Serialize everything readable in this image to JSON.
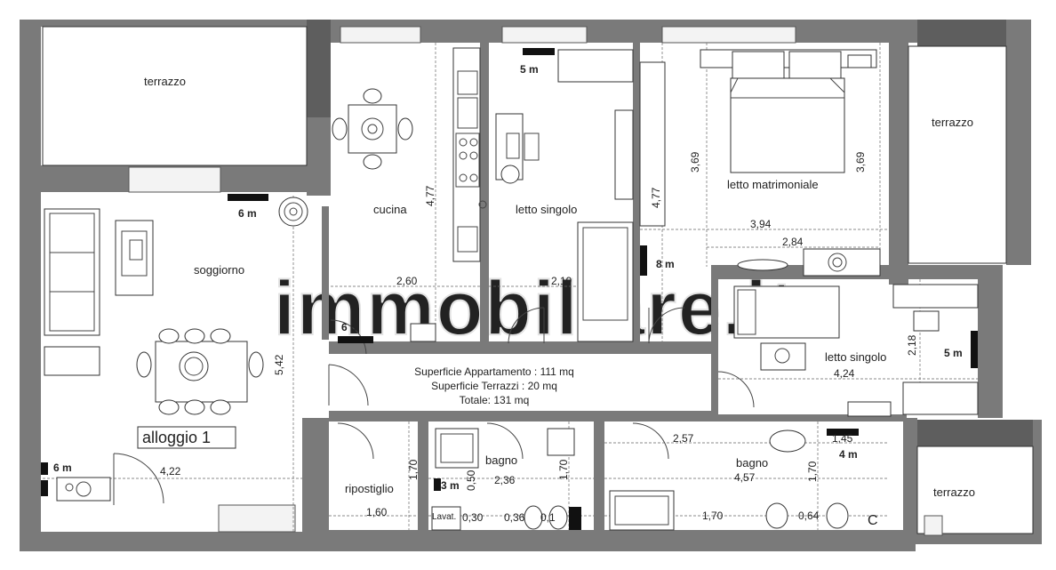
{
  "rooms": {
    "terrazzo_left": "terrazzo",
    "terrazzo_right": "terrazzo",
    "terrazzo_bottom": "terrazzo",
    "soggiorno": "soggiorno",
    "cucina": "cucina",
    "letto_singolo_1": "letto singolo",
    "letto_matrimoniale": "letto matrimoniale",
    "letto_singolo_2": "letto singolo",
    "ripostiglio": "ripostiglio",
    "bagno_1": "bagno",
    "bagno_2": "bagno",
    "lavat": "Lavat."
  },
  "unit_label": "alloggio 1",
  "corner_letter": "C",
  "watermark": "immobiliare.it",
  "summary": [
    "Superficie Appartamento : 111 mq",
    "Superficie Terrazzi : 20 mq",
    "Totale: 131 mq"
  ],
  "markers": {
    "m_6_top": "6 m",
    "m_6_mid": "6 m",
    "m_6_left": "6 m",
    "m_5_top": "5 m",
    "m_8": "8 m",
    "m_5_right": "5 m",
    "m_4": "4 m",
    "m_3": "3 m"
  },
  "dimensions": {
    "d_477_a": "4,77",
    "d_477_b": "4,77",
    "d_369_a": "3,69",
    "d_369_b": "3,69",
    "d_394": "3,94",
    "d_284": "2,84",
    "d_260": "2,60",
    "d_219": "2,19",
    "d_542": "5,42",
    "d_422": "4,22",
    "d_218": "2,18",
    "d_424": "4,24",
    "d_257": "2,57",
    "d_145": "1,45",
    "d_457": "4,57",
    "d_170_a": "1,70",
    "d_170_b": "1,70",
    "d_170_c": "1,70",
    "d_170_d": "1,70",
    "d_160": "1,60",
    "d_050": "0,50",
    "d_236": "2,36",
    "d_030": "0,30",
    "d_036": "0,36",
    "d_01": "0,1",
    "d_064": "0,64"
  }
}
